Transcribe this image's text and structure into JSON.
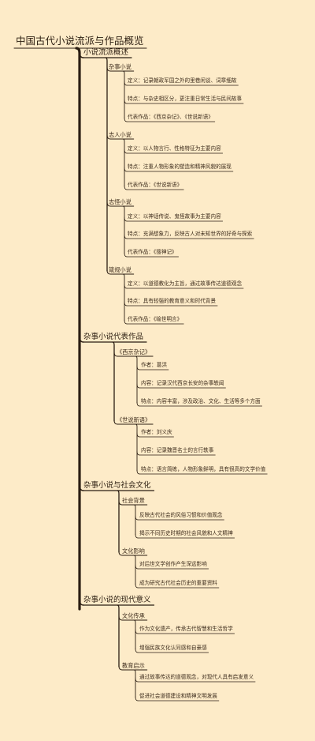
{
  "title": "中国古代小说流派与作品概览",
  "sections": [
    {
      "label": "小说流派概述",
      "groups": [
        {
          "label": "杂事小说",
          "items": [
            "定义：记录朝政军国之外的里巷闲谈、词章细故",
            "特点：与杂史相区分，更注重日常生活与民间故事",
            "代表作品：《西京杂记》、《世说新语》"
          ]
        },
        {
          "label": "志人小说",
          "items": [
            "定义：以人物言行、性格特征为主要内容",
            "特点：注重人物形象的塑造和精神风貌的展现",
            "代表作品：《世说新语》"
          ]
        },
        {
          "label": "志怪小说",
          "items": [
            "定义：以神话传说、鬼怪故事为主要内容",
            "特点：充满想象力，反映古人对未知世界的好奇与探索",
            "代表作品：《搜神记》"
          ]
        },
        {
          "label": "箴规小说",
          "items": [
            "定义：以道德教化为主旨，通过故事传达道德观念",
            "特点：具有较强的教育意义和时代背景",
            "代表作品：《喻世明言》"
          ]
        }
      ]
    },
    {
      "label": "杂事小说代表作品",
      "groups": [
        {
          "label": "《西京杂记》",
          "items": [
            "作者：葛洪",
            "内容：记录汉代西京长安的杂事轶闻",
            "特点：内容丰富，涉及政治、文化、生活等多个方面"
          ]
        },
        {
          "label": "《世说新语》",
          "items": [
            "作者：刘义庆",
            "内容：记录魏晋名士的言行轶事",
            "特点：语言简练，人物形象鲜明，具有很高的文学价值"
          ]
        }
      ]
    },
    {
      "label": "杂事小说与社会文化",
      "groups": [
        {
          "label": "社会背景",
          "items": [
            "反映古代社会的风俗习惯和价值观念",
            "揭示不同历史时期的社会风貌和人文精神"
          ]
        },
        {
          "label": "文化影响",
          "items": [
            "对后世文学创作产生深远影响",
            "成为研究古代社会历史的重要资料"
          ]
        }
      ]
    },
    {
      "label": "杂事小说的现代意义",
      "groups": [
        {
          "label": "文化传承",
          "items": [
            "作为文化遗产，传承古代智慧和生活哲学",
            "增强民族文化认同感和自豪感"
          ]
        },
        {
          "label": "教育启示",
          "items": [
            "通过故事传达的道德观念，对现代人具有启发意义",
            "促进社会道德建设和精神文明发展"
          ]
        }
      ]
    }
  ]
}
